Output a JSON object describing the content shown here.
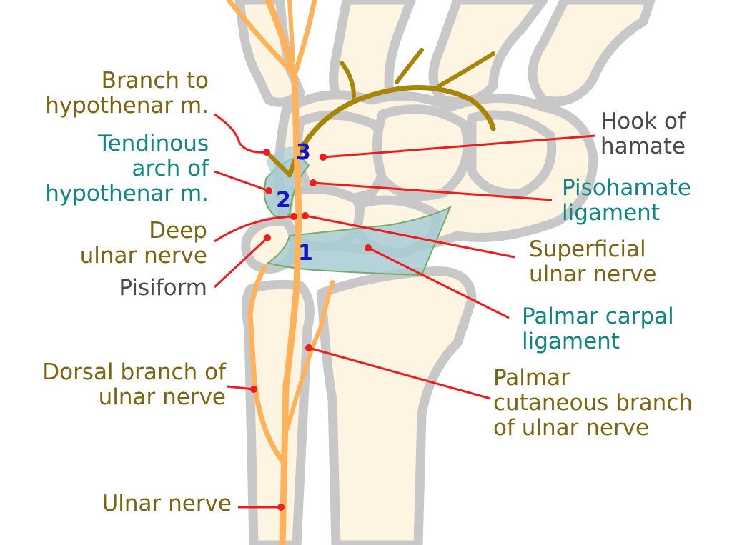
{
  "labels": {
    "branch_hypothenar": "Branch to\nhypothenar m.",
    "tendinous_arch": "Tendinous\narch of\nhypothenar m.",
    "deep_ulnar": "Deep\nulnar nerve",
    "pisiform": "Pisiform",
    "dorsal_branch": "Dorsal branch of\nulnar nerve",
    "ulnar_nerve": "Ulnar nerve",
    "hook_hamate": "Hook of\nhamate",
    "pisohamate": "Pisohamate\nligament",
    "superficial_ulnar": "Superficial\nulnar nerve",
    "palmar_carpal": "Palmar carpal\nligament",
    "palmar_cutaneous": "Palmar\ncutaneous branch\nof ulnar nerve"
  },
  "numbers": {
    "n1": "1",
    "n2": "2",
    "n3": "3"
  },
  "colors": {
    "bone_fill": "#fdf4e2",
    "bone_outline": "#c8c8c8",
    "nerve": "#ffb25a",
    "deep_nerve": "#a88408",
    "ligament": "#a8ccd4",
    "ligament_edge": "#6fae66",
    "leader": "#ee1c1c",
    "number": "#1414c8"
  }
}
